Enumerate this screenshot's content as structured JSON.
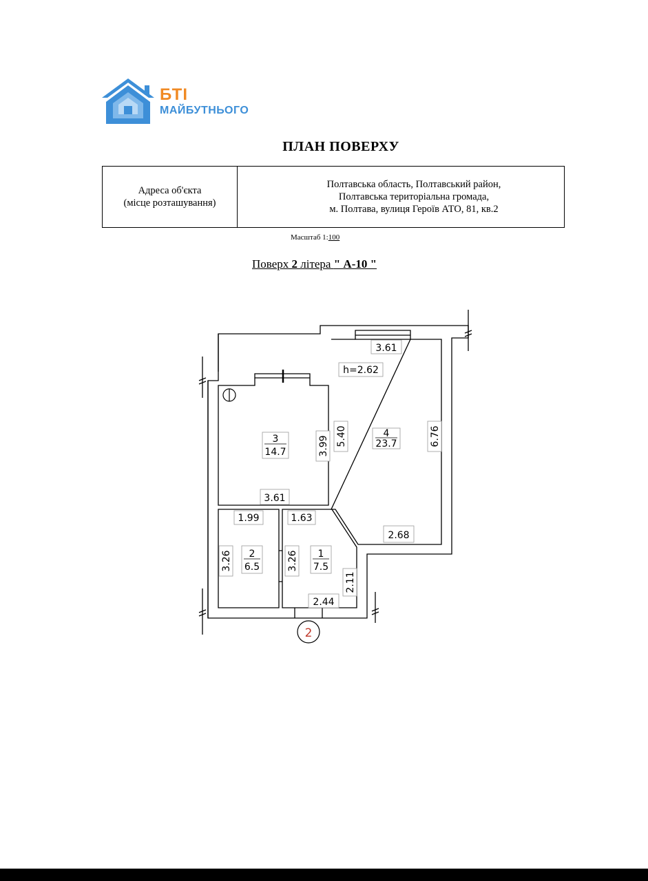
{
  "logo": {
    "line1": "БТІ",
    "line2": "МАЙБУТНЬОГО",
    "colors": {
      "house": "#3d8fd8",
      "accent": "#f08a24"
    }
  },
  "title": "ПЛАН ПОВЕРХУ",
  "address_table": {
    "label_line1": "Адреса об'єкта",
    "label_line2": "(місце розташування)",
    "value_line1": "Полтавська область, Полтавський район,",
    "value_line2": "Полтавська територіальна громада,",
    "value_line3": "м. Полтава, вулиця Героїв АТО, 81, кв.2"
  },
  "scale": {
    "prefix": "Масштаб 1:",
    "value": "100"
  },
  "floor": {
    "prefix": "Поверх ",
    "number": "2",
    "middle": " літера ",
    "letter": "\" А-10 \""
  },
  "plan": {
    "height_label": "h=2.62",
    "entrance_marker": "2",
    "rooms": [
      {
        "number": "1",
        "area": "7.5"
      },
      {
        "number": "2",
        "area": "6.5"
      },
      {
        "number": "3",
        "area": "14.7"
      },
      {
        "number": "4",
        "area": "23.7"
      }
    ],
    "dimensions": {
      "room4_top": "3.61",
      "room4_left": "5.40",
      "room4_right": "6.76",
      "room4_bottom": "2.68",
      "room3_right": "3.99",
      "room3_bottom": "3.61",
      "room2_top": "1.99",
      "room2_left": "3.26",
      "room1_top": "1.63",
      "room1_left": "3.26",
      "room1_right": "2.11",
      "room1_bottom": "2.44"
    }
  }
}
